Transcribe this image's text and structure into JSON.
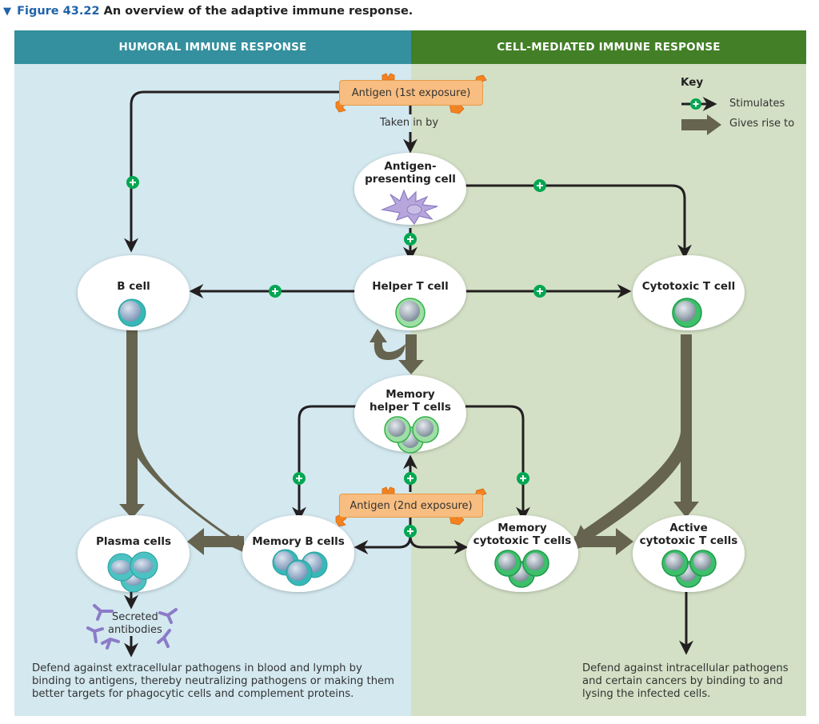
{
  "figure": {
    "chevron": "▼",
    "number": "Figure 43.22",
    "caption": "An overview of the adaptive immune response."
  },
  "panels": {
    "left_header": "HUMORAL IMMUNE RESPONSE",
    "right_header": "CELL-MEDIATED IMMUNE RESPONSE"
  },
  "colors": {
    "humoral_header": "#348f9e",
    "cell_mediated_header": "#427f27",
    "humoral_bg": "#d3e8ef",
    "cell_mediated_bg": "#d3e0c5",
    "gives_rise_arrow": "#66634f",
    "stimulate_badge": "#00a651",
    "antigen_box": "#f8bd80",
    "antigen_marker": "#f58220"
  },
  "key": {
    "title": "Key",
    "items": [
      {
        "icon": "stimulate-arrow-icon",
        "label": "Stimulates"
      },
      {
        "icon": "gives-rise-arrow-icon",
        "label": "Gives rise to"
      }
    ]
  },
  "antigens": {
    "first": "Antigen (1st exposure)",
    "second": "Antigen (2nd exposure)",
    "taken_in_by": "Taken in by"
  },
  "nodes": {
    "apc": "Antigen-\npresenting cell",
    "apc_line1": "Antigen-",
    "apc_line2": "presenting cell",
    "b_cell": "B cell",
    "helper_t": "Helper T cell",
    "cytotoxic_t": "Cytotoxic T cell",
    "memory_helper_line1": "Memory",
    "memory_helper_line2": "helper T cells",
    "plasma": "Plasma cells",
    "memory_b": "Memory B cells",
    "memory_cyto_line1": "Memory",
    "memory_cyto_line2": "cytotoxic T cells",
    "active_cyto_line1": "Active",
    "active_cyto_line2": "cytotoxic T cells"
  },
  "antibodies": {
    "line1": "Secreted",
    "line2": "antibodies"
  },
  "outcomes": {
    "humoral": "Defend against extracellular pathogens in blood and lymph by binding to antigens, thereby neutralizing pathogens or making them better targets for phagocytic cells and complement proteins.",
    "humoral_lines": [
      "Defend against extracellular pathogens in blood and lymph by",
      "binding to antigens, thereby neutralizing pathogens or making them",
      "better targets for phagocytic cells and complement proteins."
    ],
    "cell_mediated_lines": [
      "Defend against intracellular pathogens",
      "and certain cancers by binding to and",
      "lysing the infected cells."
    ]
  },
  "stimulate_symbol": "+"
}
